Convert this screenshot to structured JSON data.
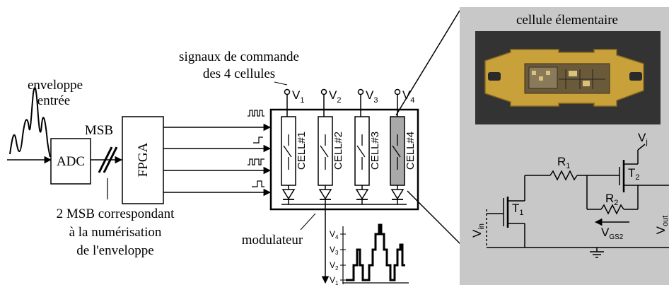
{
  "labels": {
    "enveloppe_line1": "enveloppe",
    "enveloppe_line2": "entrée",
    "adc": "ADC",
    "msb": "MSB",
    "fpga": "FPGA",
    "signaux_line1": "signaux de commande",
    "signaux_line2": "des 4 cellules",
    "msb_note_line1": "2 MSB correspondant",
    "msb_note_line2": "à la numérisation",
    "msb_note_line3": "de l'enveloppe",
    "modulateur": "modulateur",
    "cellule": "cellule élementaire"
  },
  "supplies": [
    {
      "main": "V",
      "sub": "1"
    },
    {
      "main": "V",
      "sub": "2"
    },
    {
      "main": "V",
      "sub": "3"
    },
    {
      "main": "V",
      "sub": "4"
    }
  ],
  "cells": [
    "CELL#1",
    "CELL#2",
    "CELL#3",
    "CELL#4"
  ],
  "levels": [
    {
      "main": "V",
      "sub": "4"
    },
    {
      "main": "V",
      "sub": "3"
    },
    {
      "main": "V",
      "sub": "2"
    },
    {
      "main": "V",
      "sub": "1"
    }
  ],
  "schematic": {
    "r1": {
      "main": "R",
      "sub": "1"
    },
    "r2": {
      "main": "R",
      "sub": "2"
    },
    "t1": {
      "main": "T",
      "sub": "1"
    },
    "t2": {
      "main": "T",
      "sub": "2"
    },
    "vj": {
      "main": "V",
      "sub": "j"
    },
    "vgs2": {
      "main": "V",
      "sub": "GS2"
    },
    "vin": {
      "main": "V",
      "sub": "in"
    },
    "vout": {
      "main": "V",
      "sub": "out"
    }
  },
  "colors": {
    "line": "#000000",
    "panel_gray": "#c8c8c8",
    "cell4_fill": "#a9a9a9",
    "chip_gold": "#c9a13a",
    "chip_dark": "#222222"
  }
}
